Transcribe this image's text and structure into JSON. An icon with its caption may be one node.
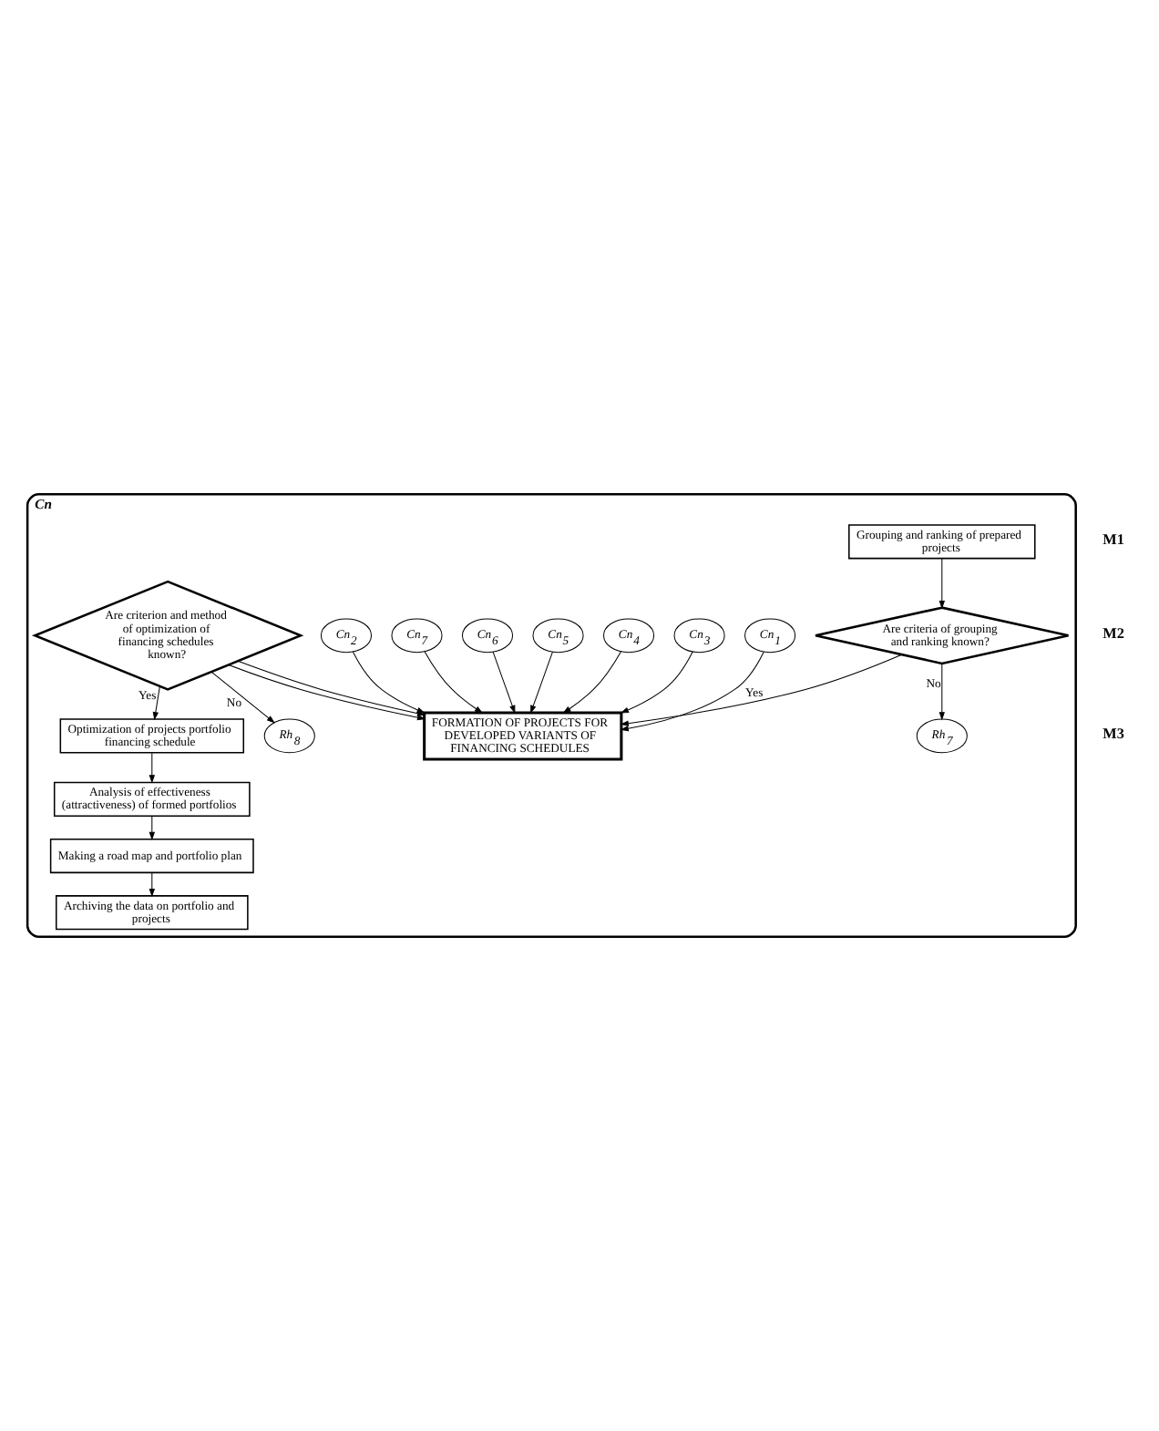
{
  "diagram": {
    "nodes": [
      {
        "text": [
          "Cn"
        ]
      },
      {
        "text": [
          "Grouping and ranking of prepared projects"
        ],
        "in": 0
      },
      {
        "text": [
          "Are criteria of grouping and ranking known?"
        ],
        "in": 0
      },
      {
        "text": [
          "Rh$_{7}$"
        ],
        "in": 0
      },
      {
        "text": [
          "Cn$_{1}$"
        ],
        "in": 0
      },
      {
        "text": [
          "FORMATION OF PROJECTS FOR DEVELOPED VARIANTS OF FINANCING SCHEDULES"
        ],
        "in": 0
      },
      {
        "text": [
          "Cn$_{3}$"
        ],
        "in": 0
      },
      {
        "text": [
          "Cn$_{4}$"
        ],
        "in": 0
      },
      {
        "text": [
          "Cn$_{5}$"
        ],
        "in": 0
      },
      {
        "text": [
          "Cn$_{6}$"
        ],
        "in": 0
      },
      {
        "text": [
          "Cn$_{7}$"
        ],
        "in": 0
      },
      {
        "text": [
          "Cn$_{2}$"
        ],
        "in": 0
      },
      {
        "text": [
          "Are criterion and method of optimization of financing schedules known?"
        ],
        "in": 0
      },
      {
        "text": [
          "Rh$_{8}$"
        ],
        "in": 0
      },
      {
        "text": [
          "Optimization of projects portfolio financing schedule"
        ],
        "in": 0
      },
      {
        "text": [
          "Analysis of effectiveness (attractiveness) of formed portfolios"
        ],
        "in": 0
      },
      {
        "text": [
          "Making a road map and portfolio plan"
        ],
        "in": 0
      },
      {
        "text": [
          "Archiving the data on portfolio and projects"
        ],
        "in": 0
      }
    ],
    "edges": [
      {
        "from": 1,
        "to": 2,
        "arrow": "to"
      },
      {
        "from": 2,
        "to": 3,
        "arrow": "to",
        "label": "No"
      },
      {
        "from": 2,
        "to": 5,
        "arrow": "to",
        "label": "Yes"
      },
      {
        "from": 4,
        "to": 5,
        "arrow": "to"
      },
      {
        "from": 6,
        "to": 5,
        "arrow": "to"
      },
      {
        "from": 7,
        "to": 5,
        "arrow": "to"
      },
      {
        "from": 8,
        "to": 5,
        "arrow": "to"
      },
      {
        "from": 9,
        "to": 5,
        "arrow": "to"
      },
      {
        "from": 10,
        "to": 5,
        "arrow": "to"
      },
      {
        "from": 11,
        "to": 5,
        "arrow": "to"
      },
      {
        "from": 12,
        "to": 5,
        "arrow": "to"
      },
      {
        "from": 12,
        "to": 13,
        "arrow": "to",
        "label": "No"
      },
      {
        "from": 12,
        "to": 14,
        "arrow": "to",
        "label": "Yes"
      },
      {
        "from": 12,
        "to": 5,
        "arrow": "to"
      },
      {
        "from": 14,
        "to": 15,
        "arrow": "to"
      },
      {
        "from": 15,
        "to": 16,
        "arrow": "to"
      },
      {
        "from": 16,
        "to": 17,
        "arrow": "to"
      }
    ],
    "labels": [
      "M1",
      "M2",
      "M3"
    ]
  }
}
